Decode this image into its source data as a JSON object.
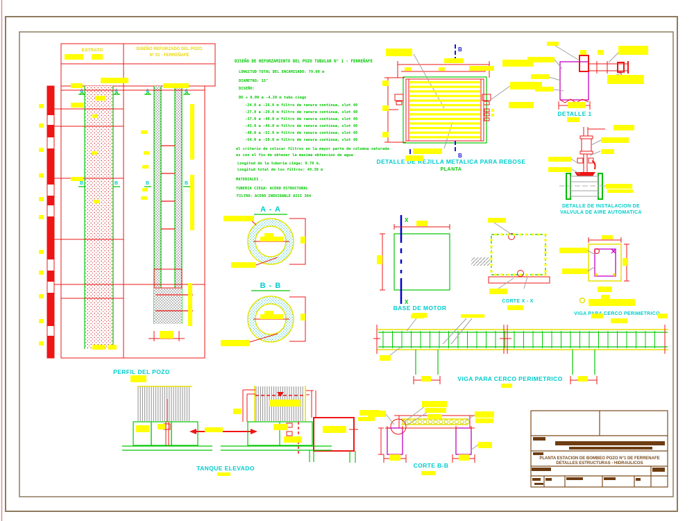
{
  "sheet": {
    "colors": {
      "cad_red": "#ee1515",
      "cad_green": "#00c800",
      "cad_cyan": "#00cccc",
      "cad_yellow": "#ffff00",
      "cad_blue": "#1818cc",
      "cad_magenta": "#c400c4",
      "titleblock_brown": "#7a4a1b",
      "frame_brown": "#8d7a5e"
    },
    "strata_table": {
      "col1_header": "ESTRATO",
      "col2_header_line1": "DISEÑO REFORZADO DEL POZO",
      "col2_header_line2": "N° 01 - FERREÑAFE"
    },
    "markers": {
      "a": "A",
      "b": "B",
      "x": "X"
    },
    "notes": {
      "lines": [
        "DISEÑO DE REFORZAMIENTO DEL POZO TUBULAR N° 1 - FERREÑAFE",
        "LONGITUD TOTAL DEL ENCAMISADO: 79.00 m",
        "DIAMETRO: 15\"",
        "DISEÑO:",
        "DE + 0.00 a -4.20 m tubo ciego",
        "-24.0 a -26.0 m filtro de ranura continua, slot 40",
        "-27.0 a -29.0 m filtro de ranura continua, slot 40",
        "-37.0 a -40.0 m filtro de ranura continua, slot 40",
        "-43.0 a -46.0 m filtro de ranura continua, slot 40",
        "-48.0 a -52.0 m filtro de ranura continua, slot 40",
        "-54.0 a -58.0 m filtro de ranura continua, slot 40",
        "el criterio de colocar filtros en la mayor parte de columna saturada",
        "es con el fin de obtener la maxima obtencion de agua",
        "Longitud de la tuberia ciega: 9.70 m.",
        "Longitud total de los filtros: 49.30 m",
        "MATERIALES .",
        "TUBERIA CIEGA: ACERO ESTRUCTURAL",
        "FILTRO: ACERO INOXIDABLE AISI 304"
      ]
    },
    "labels": {
      "perfil": "PERFIL DEL POZO",
      "section_aa": "A - A",
      "section_bb": "B - B",
      "rejilla": "DETALLE DE REJILLA METALICA PARA REBOSE",
      "rejilla_sub": "PLANTA",
      "detalle1": "DETALLE 1",
      "valvula_line1": "DETALLE DE INSTALACION DE",
      "valvula_line2": "VALVULA DE AIRE AUTOMATICA",
      "base_motor": "BASE DE MOTOR",
      "corte_xx": "CORTE X - X",
      "viga_seccion": "VIGA PARA CERCO PERIMETRICO",
      "viga_elevacion": "VIGA PARA CERCO PERIMETRICO",
      "tanque": "TANQUE ELEVADO",
      "corte_bb": "CORTE B-B"
    },
    "titleblock": {
      "project_line1": "PLANTA ESTACION DE BOMBEO POZO N°1 DE FERRENAFE",
      "project_line2": "DETALLES ESTRUCTURAS - HIDRAULICOS"
    }
  }
}
